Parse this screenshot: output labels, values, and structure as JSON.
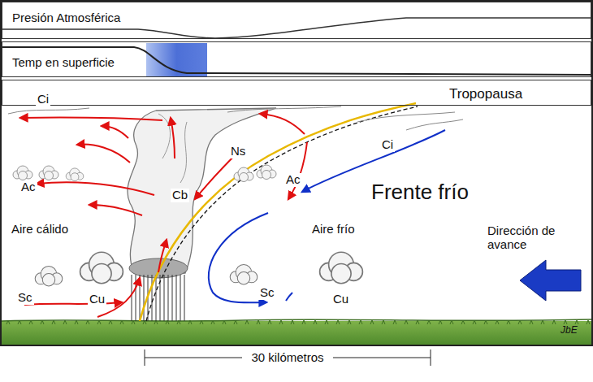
{
  "diagram": {
    "nodes": [
      {
        "text": [
          "Presión Atmosférica"
        ]
      },
      {
        "text": [
          "Temp en superficie"
        ]
      },
      {
        "text": [
          "Tropopausa"
        ]
      }
    ],
    "labels": [
      "Ci",
      "Ci",
      "Ac",
      "Ac",
      "Cb",
      "Ns",
      "Frente frío",
      "Aire cálido",
      "Aire frío",
      "Dirección de avance",
      "Sc",
      "Cu",
      "Sc",
      "Cu",
      "30 kilómetros",
      "JbE"
    ]
  }
}
